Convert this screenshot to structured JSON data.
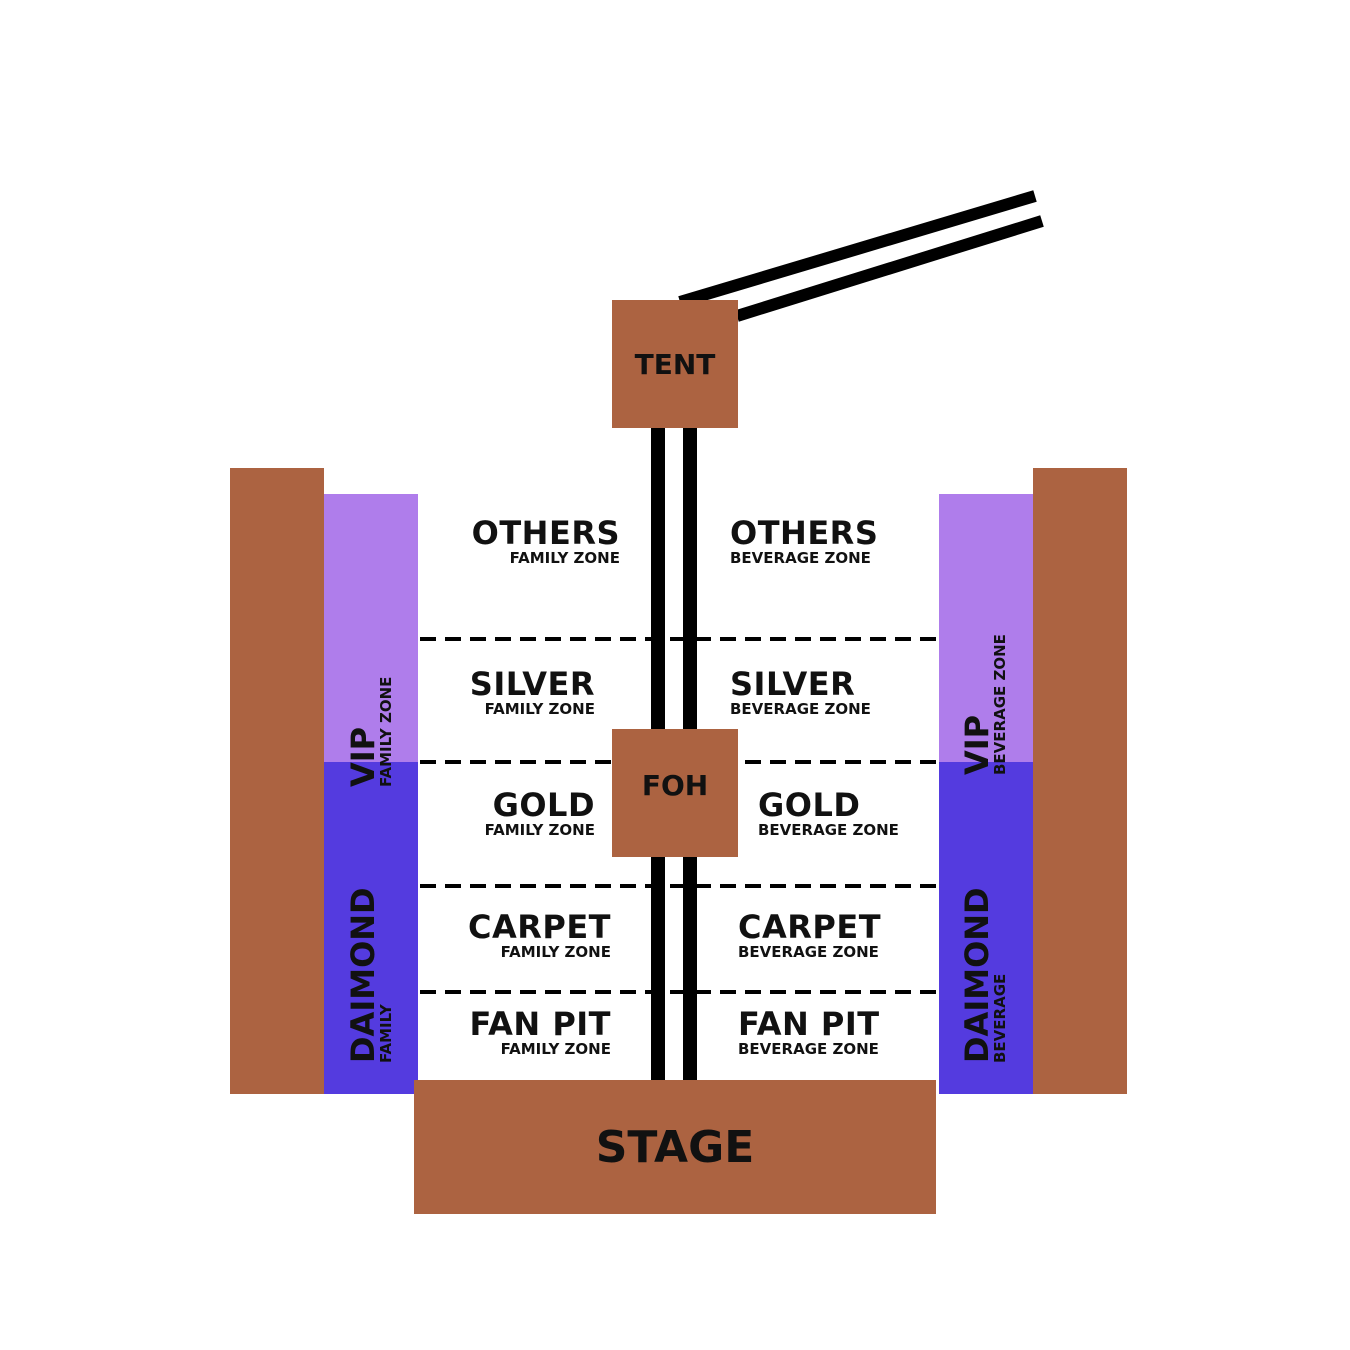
{
  "colors": {
    "brown": "#ac6341",
    "vip": "#af7deb",
    "diamond": "#543bdf",
    "line": "#000000"
  },
  "tent": {
    "label": "TENT"
  },
  "foh": {
    "label": "FOH"
  },
  "stage": {
    "label": "STAGE"
  },
  "side_left": {
    "vip": {
      "title": "VIP",
      "sub": "FAMILY ZONE"
    },
    "diamond": {
      "title": "DAIMOND",
      "sub": "FAMILY"
    }
  },
  "side_right": {
    "vip": {
      "title": "VIP",
      "sub": "BEVERAGE ZONE"
    },
    "diamond": {
      "title": "DAIMOND",
      "sub": "BEVERAGE"
    }
  },
  "zones_left": [
    {
      "title": "OTHERS",
      "sub": "FAMILY ZONE"
    },
    {
      "title": "SILVER",
      "sub": "FAMILY ZONE"
    },
    {
      "title": "GOLD",
      "sub": "FAMILY ZONE"
    },
    {
      "title": "CARPET",
      "sub": "FAMILY ZONE"
    },
    {
      "title": "FAN PIT",
      "sub": "FAMILY ZONE"
    }
  ],
  "zones_right": [
    {
      "title": "OTHERS",
      "sub": "BEVERAGE ZONE"
    },
    {
      "title": "SILVER",
      "sub": "BEVERAGE ZONE"
    },
    {
      "title": "GOLD",
      "sub": "BEVERAGE ZONE"
    },
    {
      "title": "CARPET",
      "sub": "BEVERAGE ZONE"
    },
    {
      "title": "FAN PIT",
      "sub": "BEVERAGE ZONE"
    }
  ]
}
